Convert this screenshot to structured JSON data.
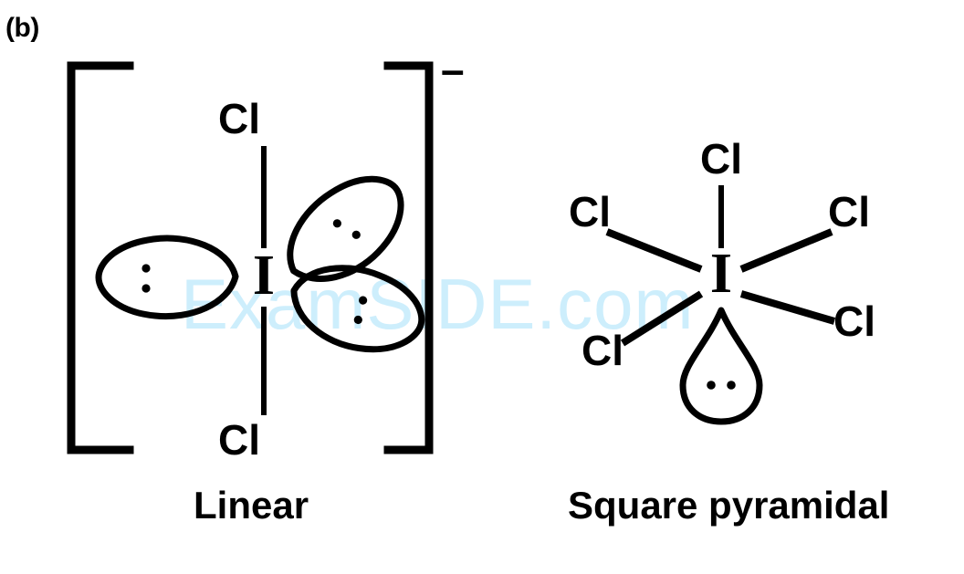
{
  "figure": {
    "part_label": "(b)",
    "watermark": "ExamSIDE.com",
    "watermark_color": "#cdeefc",
    "ink_color": "#000000",
    "background_color": "#ffffff"
  },
  "structures": [
    {
      "id": "linear",
      "caption": "Linear",
      "center_atom": "I",
      "charge": "–",
      "bracketed": true,
      "ligands": [
        {
          "label": "Cl",
          "position": "top"
        },
        {
          "label": "Cl",
          "position": "bottom"
        }
      ],
      "lone_pairs": [
        {
          "position": "left",
          "dots": 2
        },
        {
          "position": "upper-right",
          "dots": 2
        },
        {
          "position": "lower-right",
          "dots": 2
        }
      ]
    },
    {
      "id": "square-pyramidal",
      "caption": "Square pyramidal",
      "center_atom": "I",
      "charge": "",
      "bracketed": false,
      "ligands": [
        {
          "label": "Cl",
          "position": "top"
        },
        {
          "label": "Cl",
          "position": "upper-left"
        },
        {
          "label": "Cl",
          "position": "upper-right"
        },
        {
          "label": "Cl",
          "position": "lower-left"
        },
        {
          "label": "Cl",
          "position": "lower-right"
        }
      ],
      "lone_pairs": [
        {
          "position": "bottom",
          "dots": 2
        }
      ]
    }
  ]
}
